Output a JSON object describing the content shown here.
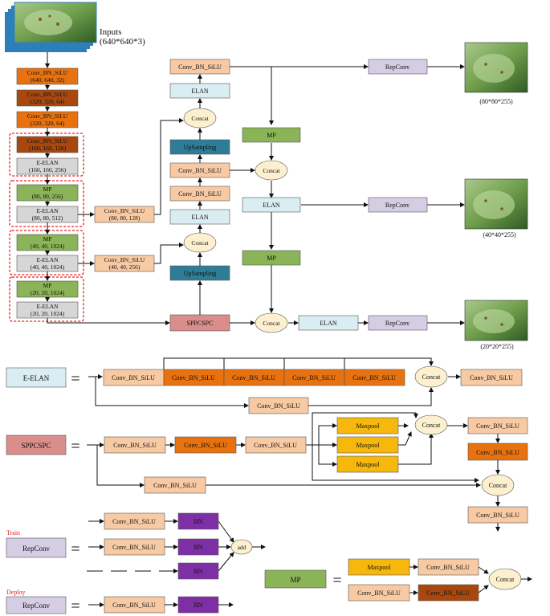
{
  "inputs": {
    "label": "Inputs",
    "shape": "(640*640*3)"
  },
  "backbone": {
    "b1": {
      "line1": "Conv_BN_SiLU",
      "line2": "(640, 640, 32)"
    },
    "b2": {
      "line1": "Conv_BN_SiLU",
      "line2": "(320, 320, 64)"
    },
    "b3": {
      "line1": "Conv_BN_SiLU",
      "line2": "(320, 320, 64)"
    },
    "b4": {
      "line1": "Conv_BN_SiLU",
      "line2": "(160, 160, 128)"
    },
    "b5": {
      "line1": "E-ELAN",
      "line2": "(160, 160, 256)"
    },
    "b6": {
      "line1": "MP",
      "line2": "(80, 80, 256)"
    },
    "b7": {
      "line1": "E-ELAN",
      "line2": "(80, 80, 512)"
    },
    "b8": {
      "line1": "MP",
      "line2": "(40, 40, 1024)"
    },
    "b9": {
      "line1": "E-ELAN",
      "line2": "(40, 40, 1024)"
    },
    "b10": {
      "line1": "MP",
      "line2": "(20, 20, 1024)"
    },
    "b11": {
      "line1": "E-ELAN",
      "line2": "(20, 20, 1024)"
    }
  },
  "side": {
    "s1": {
      "line1": "Conv_BN_SiLU",
      "line2": "(80, 80, 128)"
    },
    "s2": {
      "line1": "Conv_BN_SiLU",
      "line2": "(40, 40, 256)"
    }
  },
  "neck": {
    "top_conv": "Conv_BN_SiLU",
    "elan1": "ELAN",
    "concat1": "Concat",
    "upsampling1": "UpSampling",
    "conv2": "Conv_BN_SiLU",
    "conv3": "Conv_BN_SiLU",
    "elan2": "ELAN",
    "concat2": "Concat",
    "upsampling2": "UpSampling",
    "sppcspc": "SPPCSPC",
    "mp1": "MP",
    "concat3": "Concat",
    "elan3": "ELAN",
    "mp2": "MP",
    "concat4": "Concat",
    "elan4": "ELAN",
    "repconv1": "RepConv",
    "repconv2": "RepConv",
    "repconv3": "RepConv"
  },
  "outputs": {
    "o1": "(80*80*255)",
    "o2": "(40*40*255)",
    "o3": "(20*20*255)"
  },
  "eelan_def": {
    "name": "E-ELAN",
    "eq": "=",
    "c1": "Conv_BN_SiLU",
    "c2": "Conv_BN_SiLU",
    "c3": "Conv_BN_SiLU",
    "c4": "Conv_BN_SiLU",
    "c5": "Conv_BN_SiLU",
    "concat": "Concat",
    "out": "Conv_BN_SiLU",
    "bottom": "Conv_BN_SiLU"
  },
  "spp_def": {
    "name": "SPPCSPC",
    "eq": "=",
    "c1": "Conv_BN_SiLU",
    "c2": "Conv_BN_SiLU",
    "c3": "Conv_BN_SiLU",
    "mp1": "Maxpool",
    "mp2": "Maxpool",
    "mp3": "Maxpool",
    "concat1": "Concat",
    "r1": "Conv_BN_SiLU",
    "r2": "Conv_BN_SiLU",
    "concat2": "Concat",
    "r3": "Conv_BN_SiLU",
    "bottom": "Conv_BN_SiLU"
  },
  "rep_train": {
    "tag": "Train",
    "name": "RepConv",
    "eq": "=",
    "c1": "Conv_BN_SiLU",
    "c2": "Conv_BN_SiLU",
    "bn1": "BN",
    "bn2": "BN",
    "bn3": "BN",
    "add": "add"
  },
  "rep_deploy": {
    "tag": "Deploy",
    "name": "RepConv",
    "eq": "=",
    "c1": "Conv_BN_SiLU",
    "bn": "BN"
  },
  "mp_def": {
    "name": "MP",
    "eq": "=",
    "maxpool": "Maxpool",
    "c1": "Conv_BN_SiLU",
    "c2": "Conv_BN_SiLU",
    "c3": "Conv_BN_SiLU",
    "concat": "Concat"
  },
  "colors": {
    "peach": "#f8caa4",
    "orange": "#e8720f",
    "brown": "#a8480f",
    "lightblue": "#daedf2",
    "green": "#8bb357",
    "gray": "#d6d6d6",
    "teal": "#2e7d96",
    "pinkred": "#d98e8c",
    "lavender": "#d5cde4",
    "gold": "#f7b80d",
    "purple": "#7f2fa5",
    "cream": "#fdf0cf",
    "dash_red": "#e8201e"
  }
}
